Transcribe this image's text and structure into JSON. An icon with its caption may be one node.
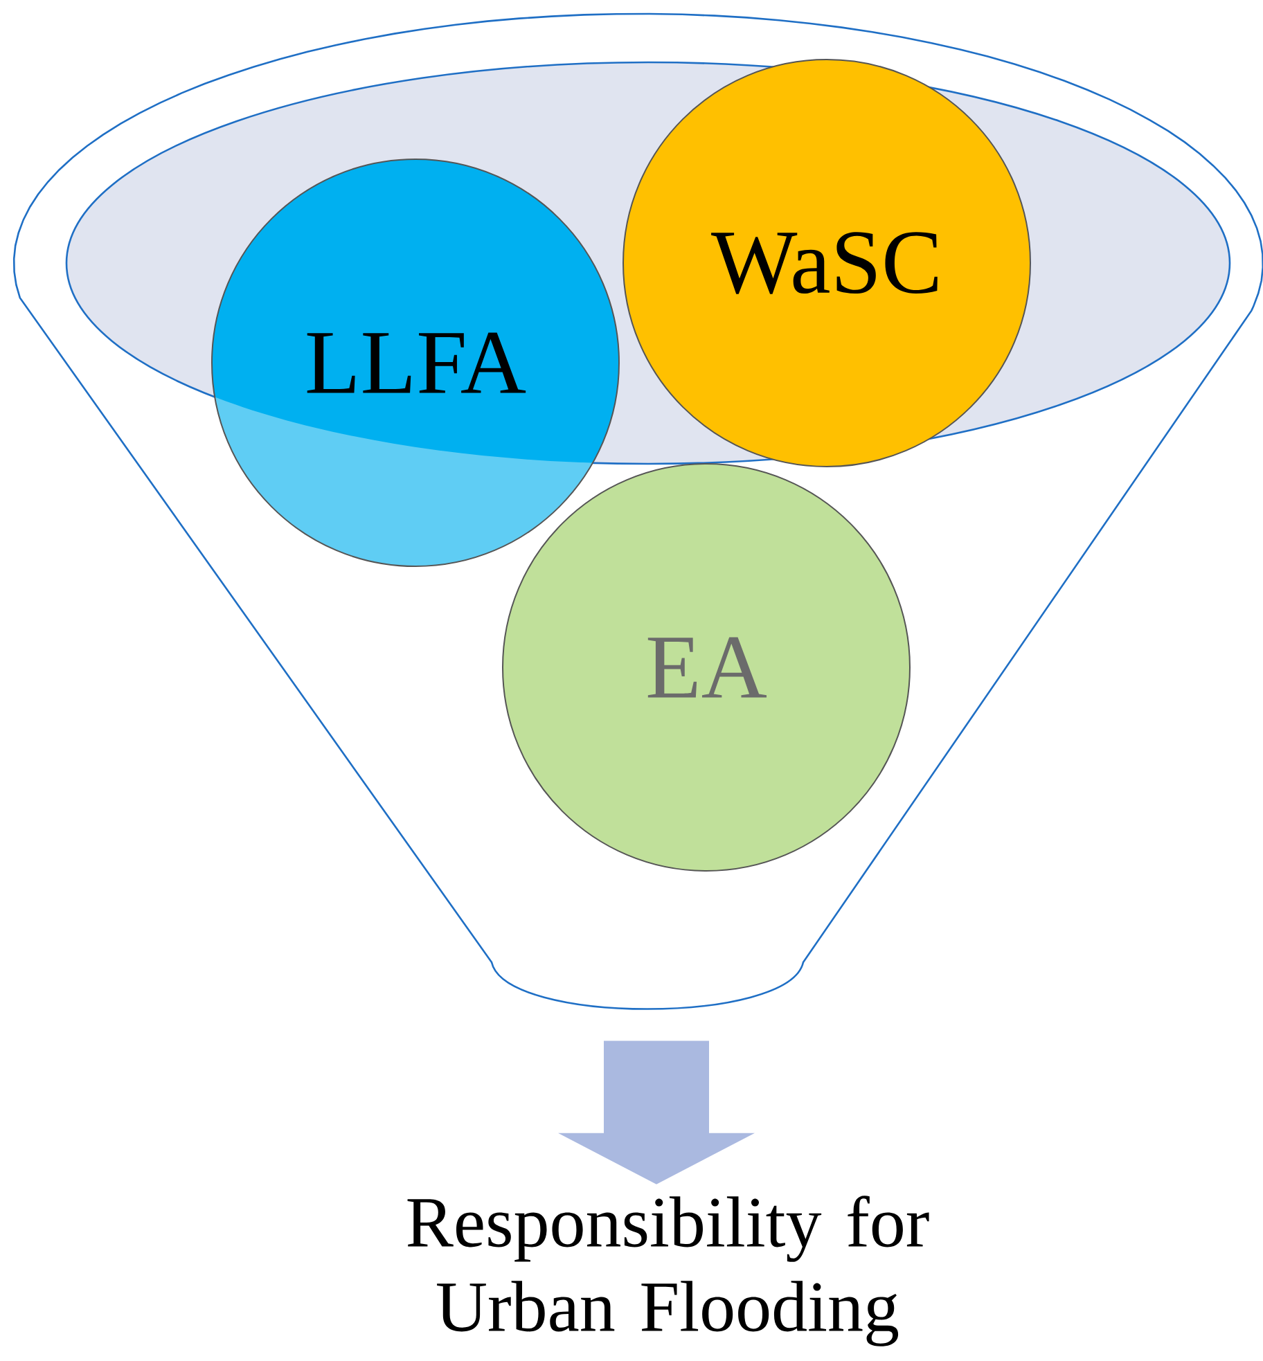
{
  "diagram": {
    "nodes": [
      {
        "text": [],
        "shape": "funnel"
      },
      {
        "text": [
          "LLFA"
        ],
        "in": 0
      },
      {
        "text": [
          "WaSC"
        ],
        "in": 0
      },
      {
        "text": [
          "EA"
        ],
        "in": 0
      },
      {
        "text": [
          "Responsibility for Urban Flooding"
        ]
      }
    ],
    "edges": [
      {
        "from": 0,
        "to": 4,
        "arrow": "to",
        "style": "thick",
        "color": "#aab9e0"
      }
    ]
  }
}
